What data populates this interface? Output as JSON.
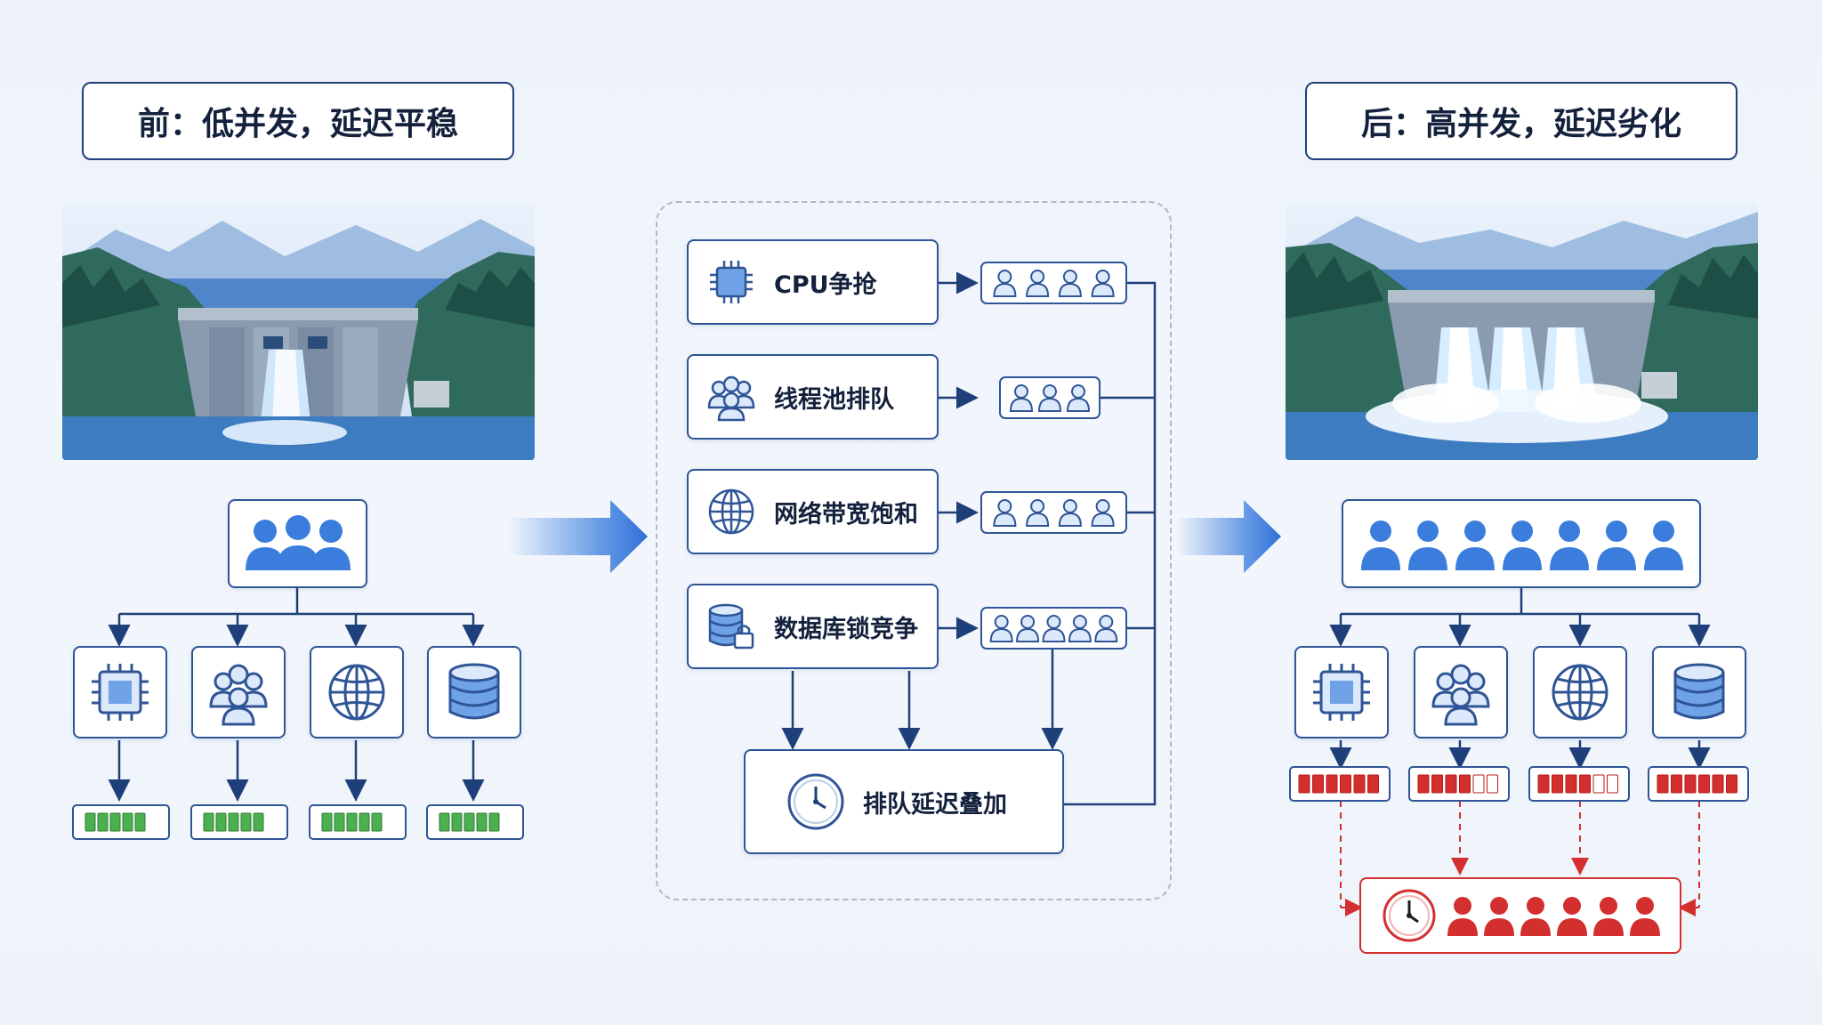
{
  "before": {
    "title": "前：低并发，延迟平稳",
    "resources": [
      "cpu-chip-icon",
      "thread-group-icon",
      "globe-icon",
      "database-icon"
    ],
    "queue_fill": [
      5,
      5,
      5,
      5
    ],
    "queue_capacity": 5,
    "waterfall": "single-gate",
    "users": 3
  },
  "middle": {
    "factors": [
      {
        "label": "CPU争抢",
        "icon": "cpu-chip-icon",
        "queue": 4
      },
      {
        "label": "线程池排队",
        "icon": "thread-group-icon",
        "queue": 3
      },
      {
        "label": "网络带宽饱和",
        "icon": "globe-icon",
        "queue": 4
      },
      {
        "label": "数据库锁竞争",
        "icon": "database-lock-icon",
        "queue": 5
      }
    ],
    "summary": {
      "label": "排队延迟叠加",
      "icon": "clock-icon"
    }
  },
  "after": {
    "title": "后：高并发，延迟劣化",
    "resources": [
      "cpu-chip-icon",
      "thread-group-icon",
      "globe-icon",
      "database-icon"
    ],
    "queue_fill": [
      6,
      4,
      4,
      6
    ],
    "queue_capacity": 6,
    "waterfall": "three-gates",
    "users": 7,
    "waiting_users": 6
  },
  "colors": {
    "primary": "#2f5596",
    "accent_blue": "#3b7ddd",
    "ok_green": "#4caf50",
    "alert_red": "#d32f2f"
  }
}
